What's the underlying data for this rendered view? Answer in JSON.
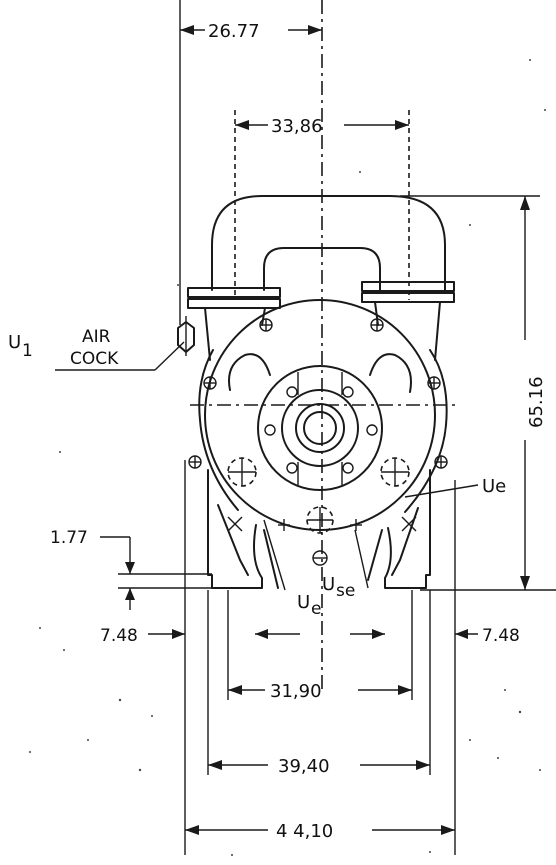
{
  "dimensions": {
    "top_offset": "26.77",
    "flange_spacing": "33,86",
    "height": "65.16",
    "foot_step": "1.77",
    "foot_left": "7.48",
    "foot_right": "7.48",
    "bolt_spacing": "31,90",
    "foot_spacing": "39,40",
    "overall_width": "4 4,10"
  },
  "labels": {
    "u1": "U",
    "u1_sub": "1",
    "air": "AIR",
    "cock": "COCK",
    "ue_right": "Ue",
    "ue_bottom": "U",
    "ue_bottom_sub": "e",
    "use": "U",
    "use_sub": "se"
  },
  "colors": {
    "ink": "#1a1a1a",
    "paper": "#ffffff"
  }
}
